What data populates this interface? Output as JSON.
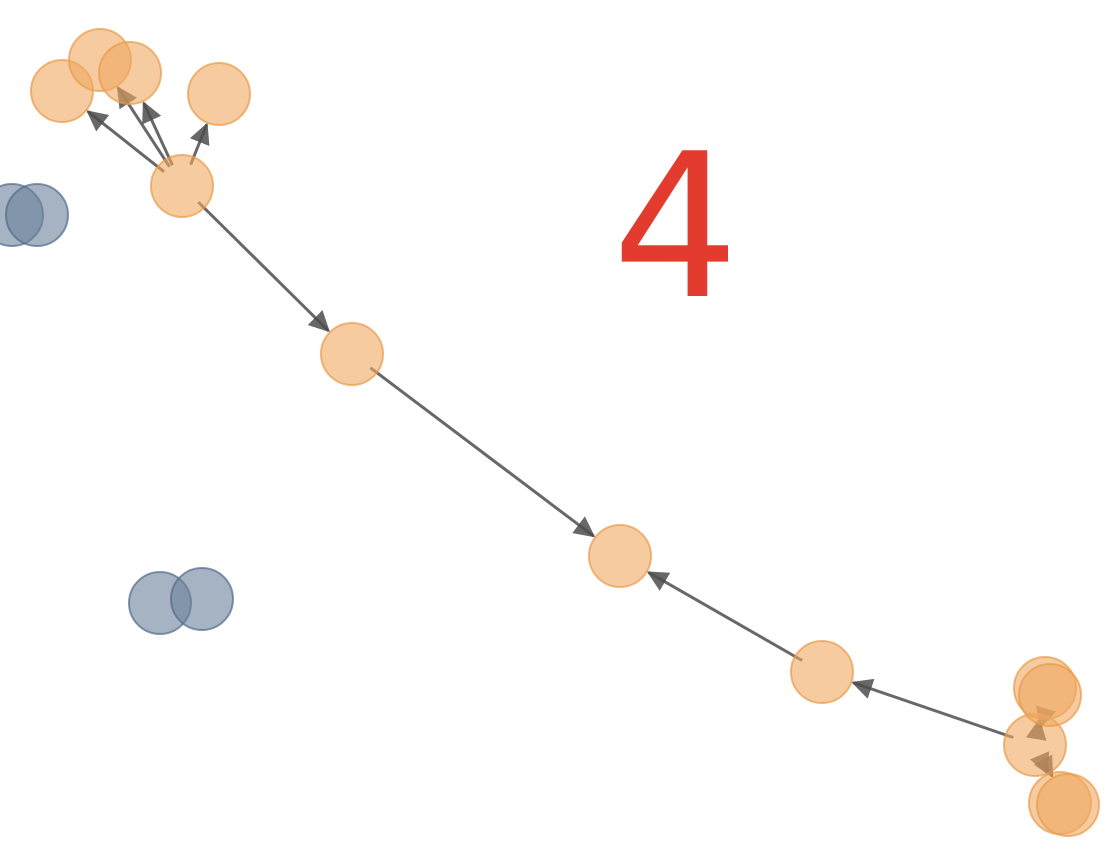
{
  "label": "4",
  "colors": {
    "label": "#e33b2e",
    "orange_node": "#f0a860",
    "orange_stroke": "#e89a48",
    "blue_node": "#6a819a",
    "blue_stroke": "#52698a",
    "edge": "#4d4d4d"
  },
  "graph": {
    "nodes": [
      {
        "id": "n1",
        "group": "orange"
      },
      {
        "id": "n2",
        "group": "orange"
      },
      {
        "id": "n3",
        "group": "orange"
      },
      {
        "id": "n4",
        "group": "orange"
      },
      {
        "id": "n5",
        "group": "orange"
      },
      {
        "id": "n6",
        "group": "orange"
      },
      {
        "id": "n7",
        "group": "orange"
      },
      {
        "id": "n8",
        "group": "orange"
      },
      {
        "id": "n9",
        "group": "orange"
      },
      {
        "id": "n10",
        "group": "orange"
      },
      {
        "id": "n11",
        "group": "orange"
      },
      {
        "id": "n12",
        "group": "orange"
      },
      {
        "id": "n13",
        "group": "orange"
      },
      {
        "id": "b1",
        "group": "blue"
      },
      {
        "id": "b2",
        "group": "blue"
      },
      {
        "id": "b3",
        "group": "blue"
      },
      {
        "id": "b4",
        "group": "blue"
      }
    ],
    "edges": [
      {
        "from": "n5",
        "to": "n1"
      },
      {
        "from": "n5",
        "to": "n2"
      },
      {
        "from": "n5",
        "to": "n3"
      },
      {
        "from": "n5",
        "to": "n4"
      },
      {
        "from": "n5",
        "to": "n6"
      },
      {
        "from": "n6",
        "to": "n7"
      },
      {
        "from": "n8",
        "to": "n7"
      },
      {
        "from": "n9",
        "to": "n8"
      },
      {
        "from": "n9",
        "to": "n10"
      },
      {
        "from": "n9",
        "to": "n11"
      },
      {
        "from": "n9",
        "to": "n12"
      },
      {
        "from": "n9",
        "to": "n13"
      }
    ]
  }
}
